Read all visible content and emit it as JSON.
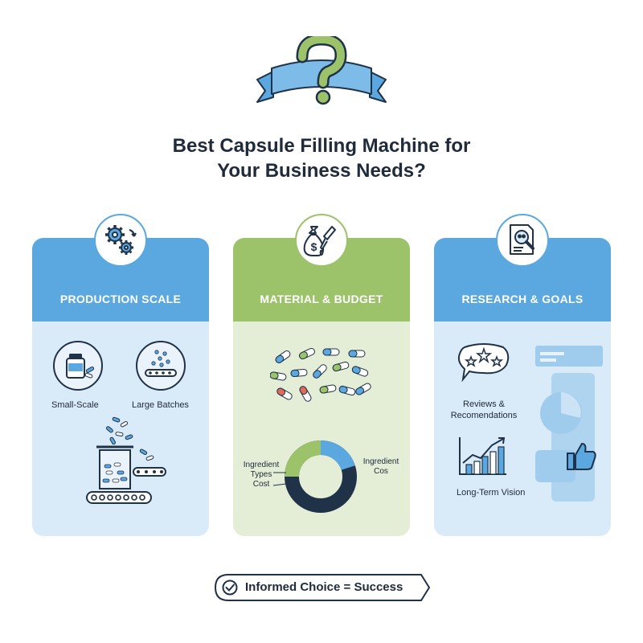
{
  "header": {
    "title_line1": "Best Capsule Filling Machine for",
    "title_line2": "Your Business Needs?"
  },
  "cards": [
    {
      "heading": "PRODUCTION SCALE",
      "icon": "gears-icon",
      "items": [
        "Small-Scale",
        "Large Batches"
      ]
    },
    {
      "heading": "MATERIAL & BUDGET",
      "icon": "money-bag-dropper-icon",
      "donut_labels": [
        "Ingredient",
        "Types",
        "Cost",
        "Ingredient",
        "Cos"
      ]
    },
    {
      "heading": "RESEARCH & GOALS",
      "icon": "document-magnifier-icon",
      "items": [
        "Reviews &",
        "Recomendations",
        "Long-Term Vision"
      ]
    }
  ],
  "footer": {
    "text": "Informed Choice = Success",
    "icon": "check-circle-icon"
  },
  "colors": {
    "blue": "#5ba8e0",
    "green": "#9cc36a",
    "navy": "#1f3247",
    "light_blue": "#d9eaf8",
    "light_green": "#e4edd6"
  }
}
